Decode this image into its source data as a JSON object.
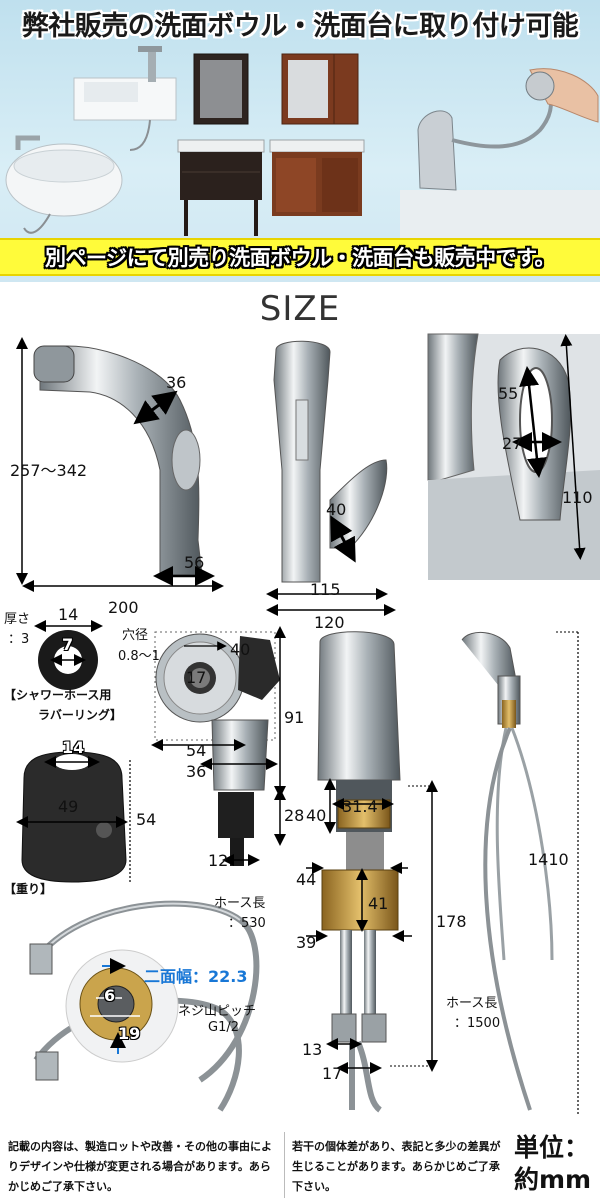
{
  "banner": {
    "title": "弊社販売の洗面ボウル・洗面台に取り付け可能",
    "subtitle": "別ページにて別売り洗面ボウル・洗面台も販売中です。"
  },
  "size_section": {
    "heading": "SIZE",
    "faucet_front": {
      "height": "257〜342",
      "width": "200",
      "spout": "36",
      "base": "56"
    },
    "faucet_side": {
      "width_top": "115",
      "width_bottom": "120",
      "lever": "40"
    },
    "lever_closeup": {
      "hole_height": "55",
      "hole_width": "27",
      "lever_length": "110"
    },
    "rubber_ring": {
      "thickness_label": "厚さ",
      "thickness": "：3",
      "outer": "14",
      "inner": "7",
      "caption_line1": "【シャワーホース用",
      "caption_line2": "ラバーリング】"
    },
    "shower_head": {
      "hole_label": "穴径",
      "hole_value": "0.8〜1",
      "head_len": "40",
      "face": "17",
      "width": "54",
      "neck": "36",
      "length": "91",
      "stem": "28",
      "tip": "12"
    },
    "weight": {
      "top": "14",
      "width": "49",
      "height": "54",
      "caption": "【重り】"
    },
    "hose_closeup": {
      "hose_length_label": "ホース長",
      "hose_length": "：530",
      "flat_width": "二面幅：22.3",
      "inner": "6",
      "outer": "19",
      "thread_label": "ネジ山ピッチ",
      "thread": "G1/2"
    },
    "body_section": {
      "top": "40",
      "nut": "31.4",
      "washer": "44",
      "collar": "41",
      "base": "39",
      "shank_total": "178",
      "pipe": "13",
      "bottom": "17"
    },
    "full_length": {
      "total": "1410",
      "hose_label": "ホース長",
      "hose_value": "：1500"
    }
  },
  "notes": {
    "left": "記載の内容は、製造ロットや改善・その他の事由によりデザインや仕様が変更される場合があります。あらかじめご了承下さい。",
    "right": "若干の個体差があり、表記と多少の差異が生じることがあります。あらかじめご了承下さい。",
    "unit_line1": "単位：",
    "unit_line2": "約mm"
  },
  "colors": {
    "banner_bg": "#cfe7f2",
    "strip": "#fffb3a",
    "dimension_blue": "#1877d6"
  }
}
